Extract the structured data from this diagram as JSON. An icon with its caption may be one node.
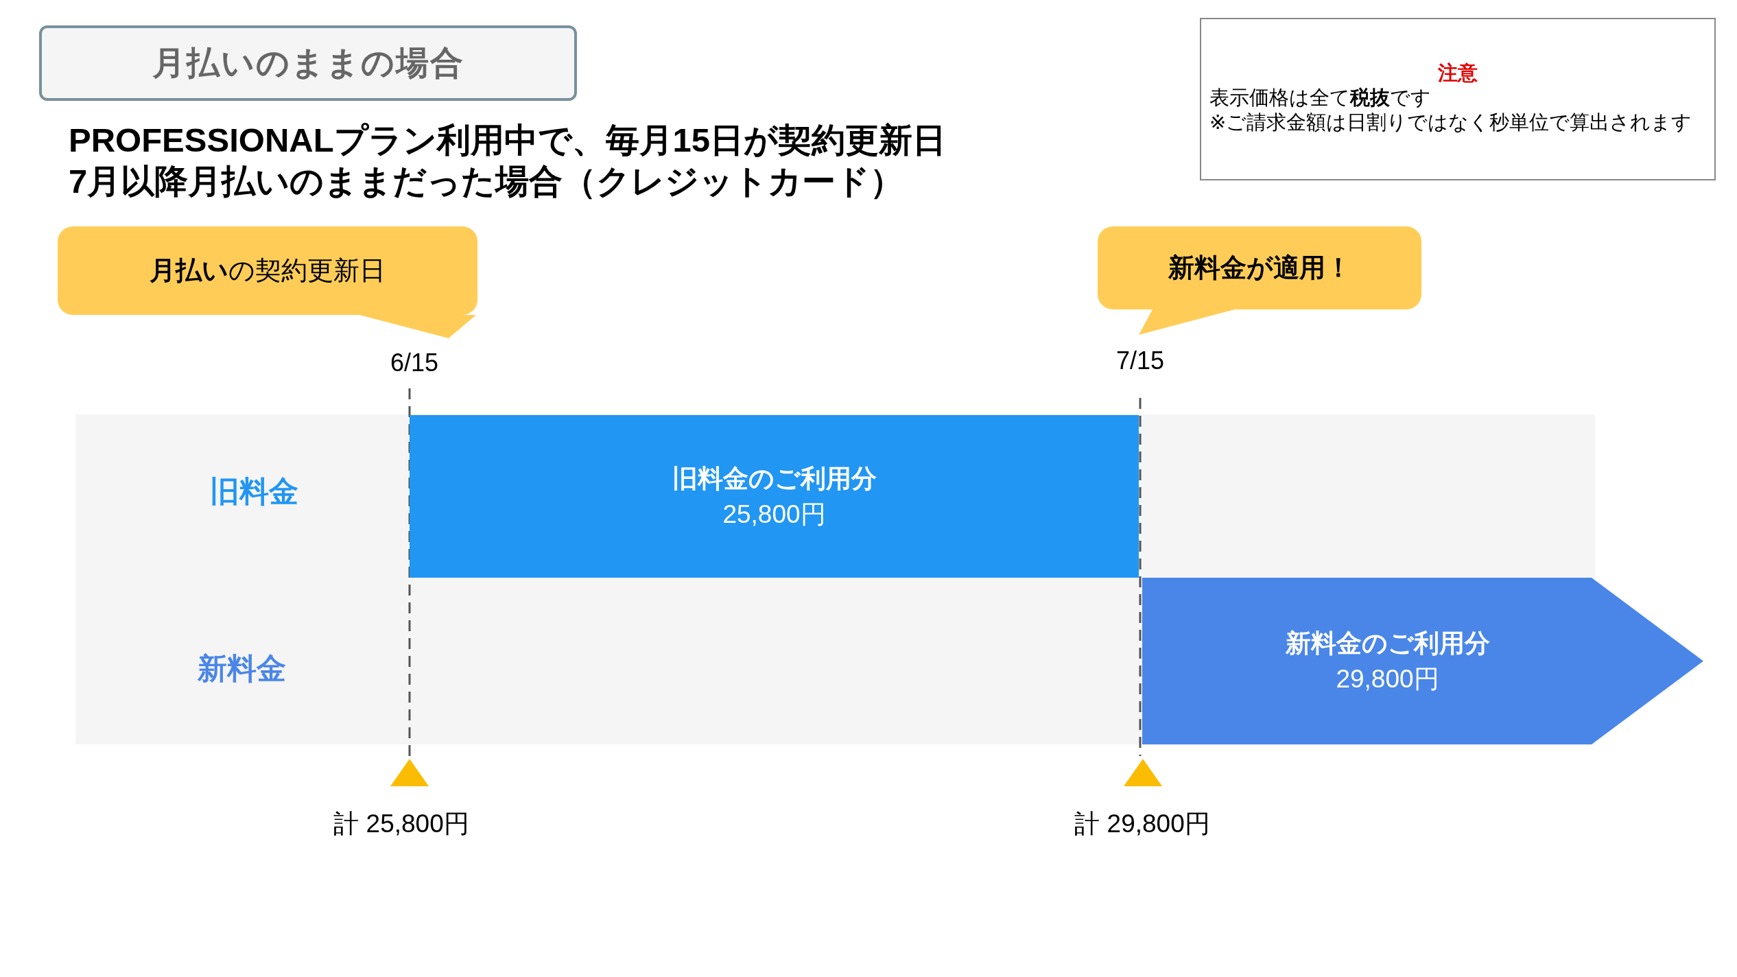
{
  "diagram": {
    "nodes": [
      {
        "text": [
          "月払いのままの場合"
        ]
      },
      {
        "text": [
          "注意",
          "表示価格は全て**税抜**です",
          "※ご請求金額は日割りではなく秒単位で算出されます"
        ]
      },
      {
        "text": [
          "**月払い**の契約更新日"
        ]
      },
      {
        "text": [
          "新料金が適用！"
        ]
      },
      {
        "text": [
          "旧料金のご利用分",
          "25,800円"
        ]
      },
      {
        "text": [
          "新料金のご利用分",
          "29,800円"
        ]
      }
    ],
    "labels": [
      "PROFESSIONALプラン利用中で、毎月15日が契約更新日",
      "7月以降月払いのままだった場合（クレジットカード）",
      "6/15",
      "7/15",
      "旧料金",
      "新料金",
      "計 25,800円",
      "計 29,800円"
    ]
  }
}
